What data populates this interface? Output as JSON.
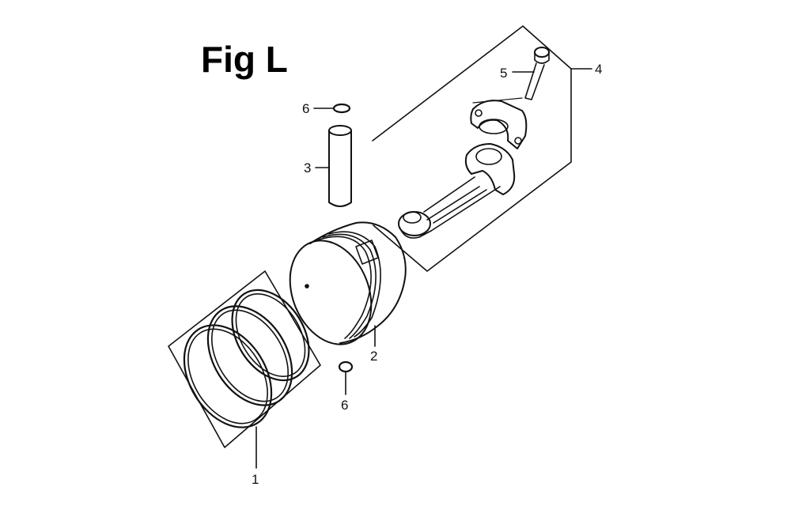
{
  "figure": {
    "title": "Fig L",
    "callouts": [
      {
        "id": "ring-set",
        "label": "1"
      },
      {
        "id": "piston",
        "label": "2"
      },
      {
        "id": "piston-pin",
        "label": "3"
      },
      {
        "id": "connecting-rod-assembly",
        "label": "4"
      },
      {
        "id": "rod-bolt",
        "label": "5"
      },
      {
        "id": "pin-clip-top",
        "label": "6"
      },
      {
        "id": "pin-clip-bottom",
        "label": "6"
      }
    ]
  },
  "colors": {
    "line": "#111111",
    "background": "#ffffff"
  }
}
